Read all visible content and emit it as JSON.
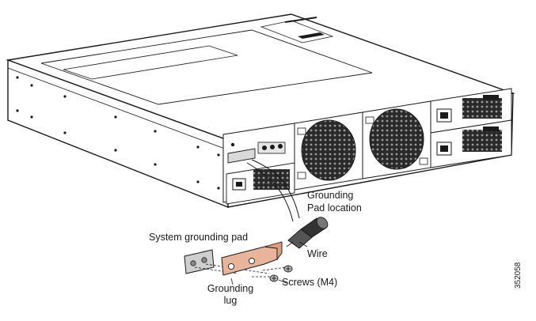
{
  "labels": {
    "grounding_pad_location_line1": "Grounding",
    "grounding_pad_location_line2": "Pad location",
    "system_grounding_pad": "System grounding pad",
    "wire": "Wire",
    "grounding_lug_line1": "Grounding",
    "grounding_lug_line2": "lug",
    "screws": "Screws (M4)"
  },
  "figure_id": "352058",
  "colors": {
    "lug_copper": "#e8b49a",
    "line": "#1a1a1a",
    "fan_dark": "#2a2a2a",
    "panel_gray": "#d9d9d9"
  },
  "icons": {
    "chassis": "switch-chassis-rear-view",
    "fan": "fan-module-icon",
    "psu": "power-supply-icon",
    "lug": "grounding-lug-icon",
    "wire": "ground-wire-icon",
    "screw": "screw-icon",
    "pad": "grounding-pad-icon"
  }
}
